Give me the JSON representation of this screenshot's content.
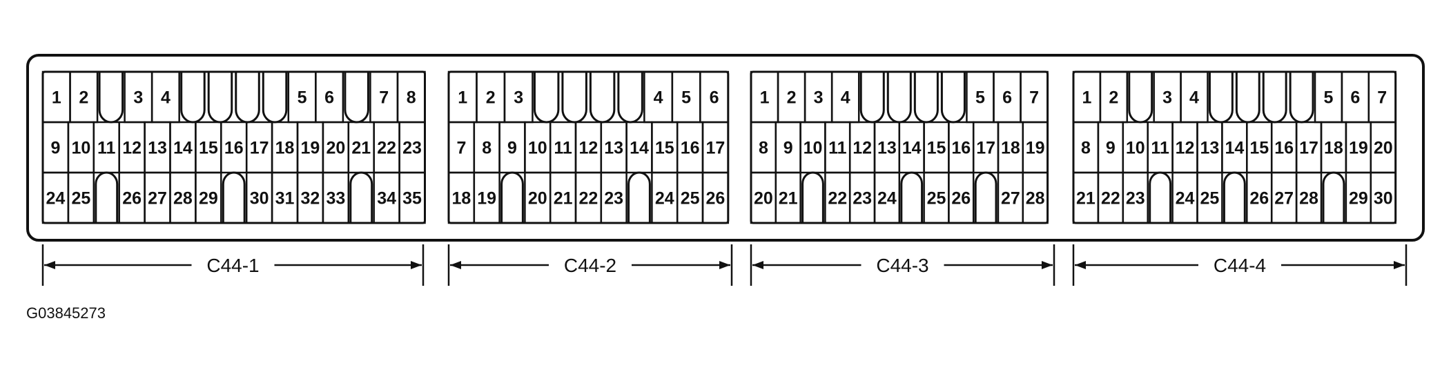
{
  "figure_code": "G03845273",
  "connectors": [
    {
      "label": "C44-1",
      "rows": [
        [
          "1",
          "2",
          "",
          "3",
          "4",
          "",
          "",
          "",
          "",
          "5",
          "6",
          "",
          "7",
          "8"
        ],
        [
          "9",
          "10",
          "11",
          "12",
          "13",
          "14",
          "15",
          "16",
          "17",
          "18",
          "19",
          "20",
          "21",
          "22",
          "23"
        ],
        [
          "24",
          "25",
          "",
          "26",
          "27",
          "28",
          "29",
          "",
          "30",
          "31",
          "32",
          "33",
          "",
          "34",
          "35"
        ]
      ]
    },
    {
      "label": "C44-2",
      "rows": [
        [
          "1",
          "2",
          "3",
          "",
          "",
          "",
          "",
          "4",
          "5",
          "6"
        ],
        [
          "7",
          "8",
          "9",
          "10",
          "11",
          "12",
          "13",
          "14",
          "15",
          "16",
          "17"
        ],
        [
          "18",
          "19",
          "",
          "20",
          "21",
          "22",
          "23",
          "",
          "24",
          "25",
          "26"
        ]
      ]
    },
    {
      "label": "C44-3",
      "rows": [
        [
          "1",
          "2",
          "3",
          "4",
          "",
          "",
          "",
          "",
          "5",
          "6",
          "7"
        ],
        [
          "8",
          "9",
          "10",
          "11",
          "12",
          "13",
          "14",
          "15",
          "16",
          "17",
          "18",
          "19"
        ],
        [
          "20",
          "21",
          "",
          "22",
          "23",
          "24",
          "",
          "25",
          "26",
          "",
          "27",
          "28"
        ]
      ]
    },
    {
      "label": "C44-4",
      "rows": [
        [
          "1",
          "2",
          "",
          "3",
          "4",
          "",
          "",
          "",
          "",
          "5",
          "6",
          "7"
        ],
        [
          "8",
          "9",
          "10",
          "11",
          "12",
          "13",
          "14",
          "15",
          "16",
          "17",
          "18",
          "19",
          "20"
        ],
        [
          "21",
          "22",
          "23",
          "",
          "24",
          "25",
          "",
          "26",
          "27",
          "28",
          "",
          "29",
          "30"
        ]
      ]
    }
  ]
}
